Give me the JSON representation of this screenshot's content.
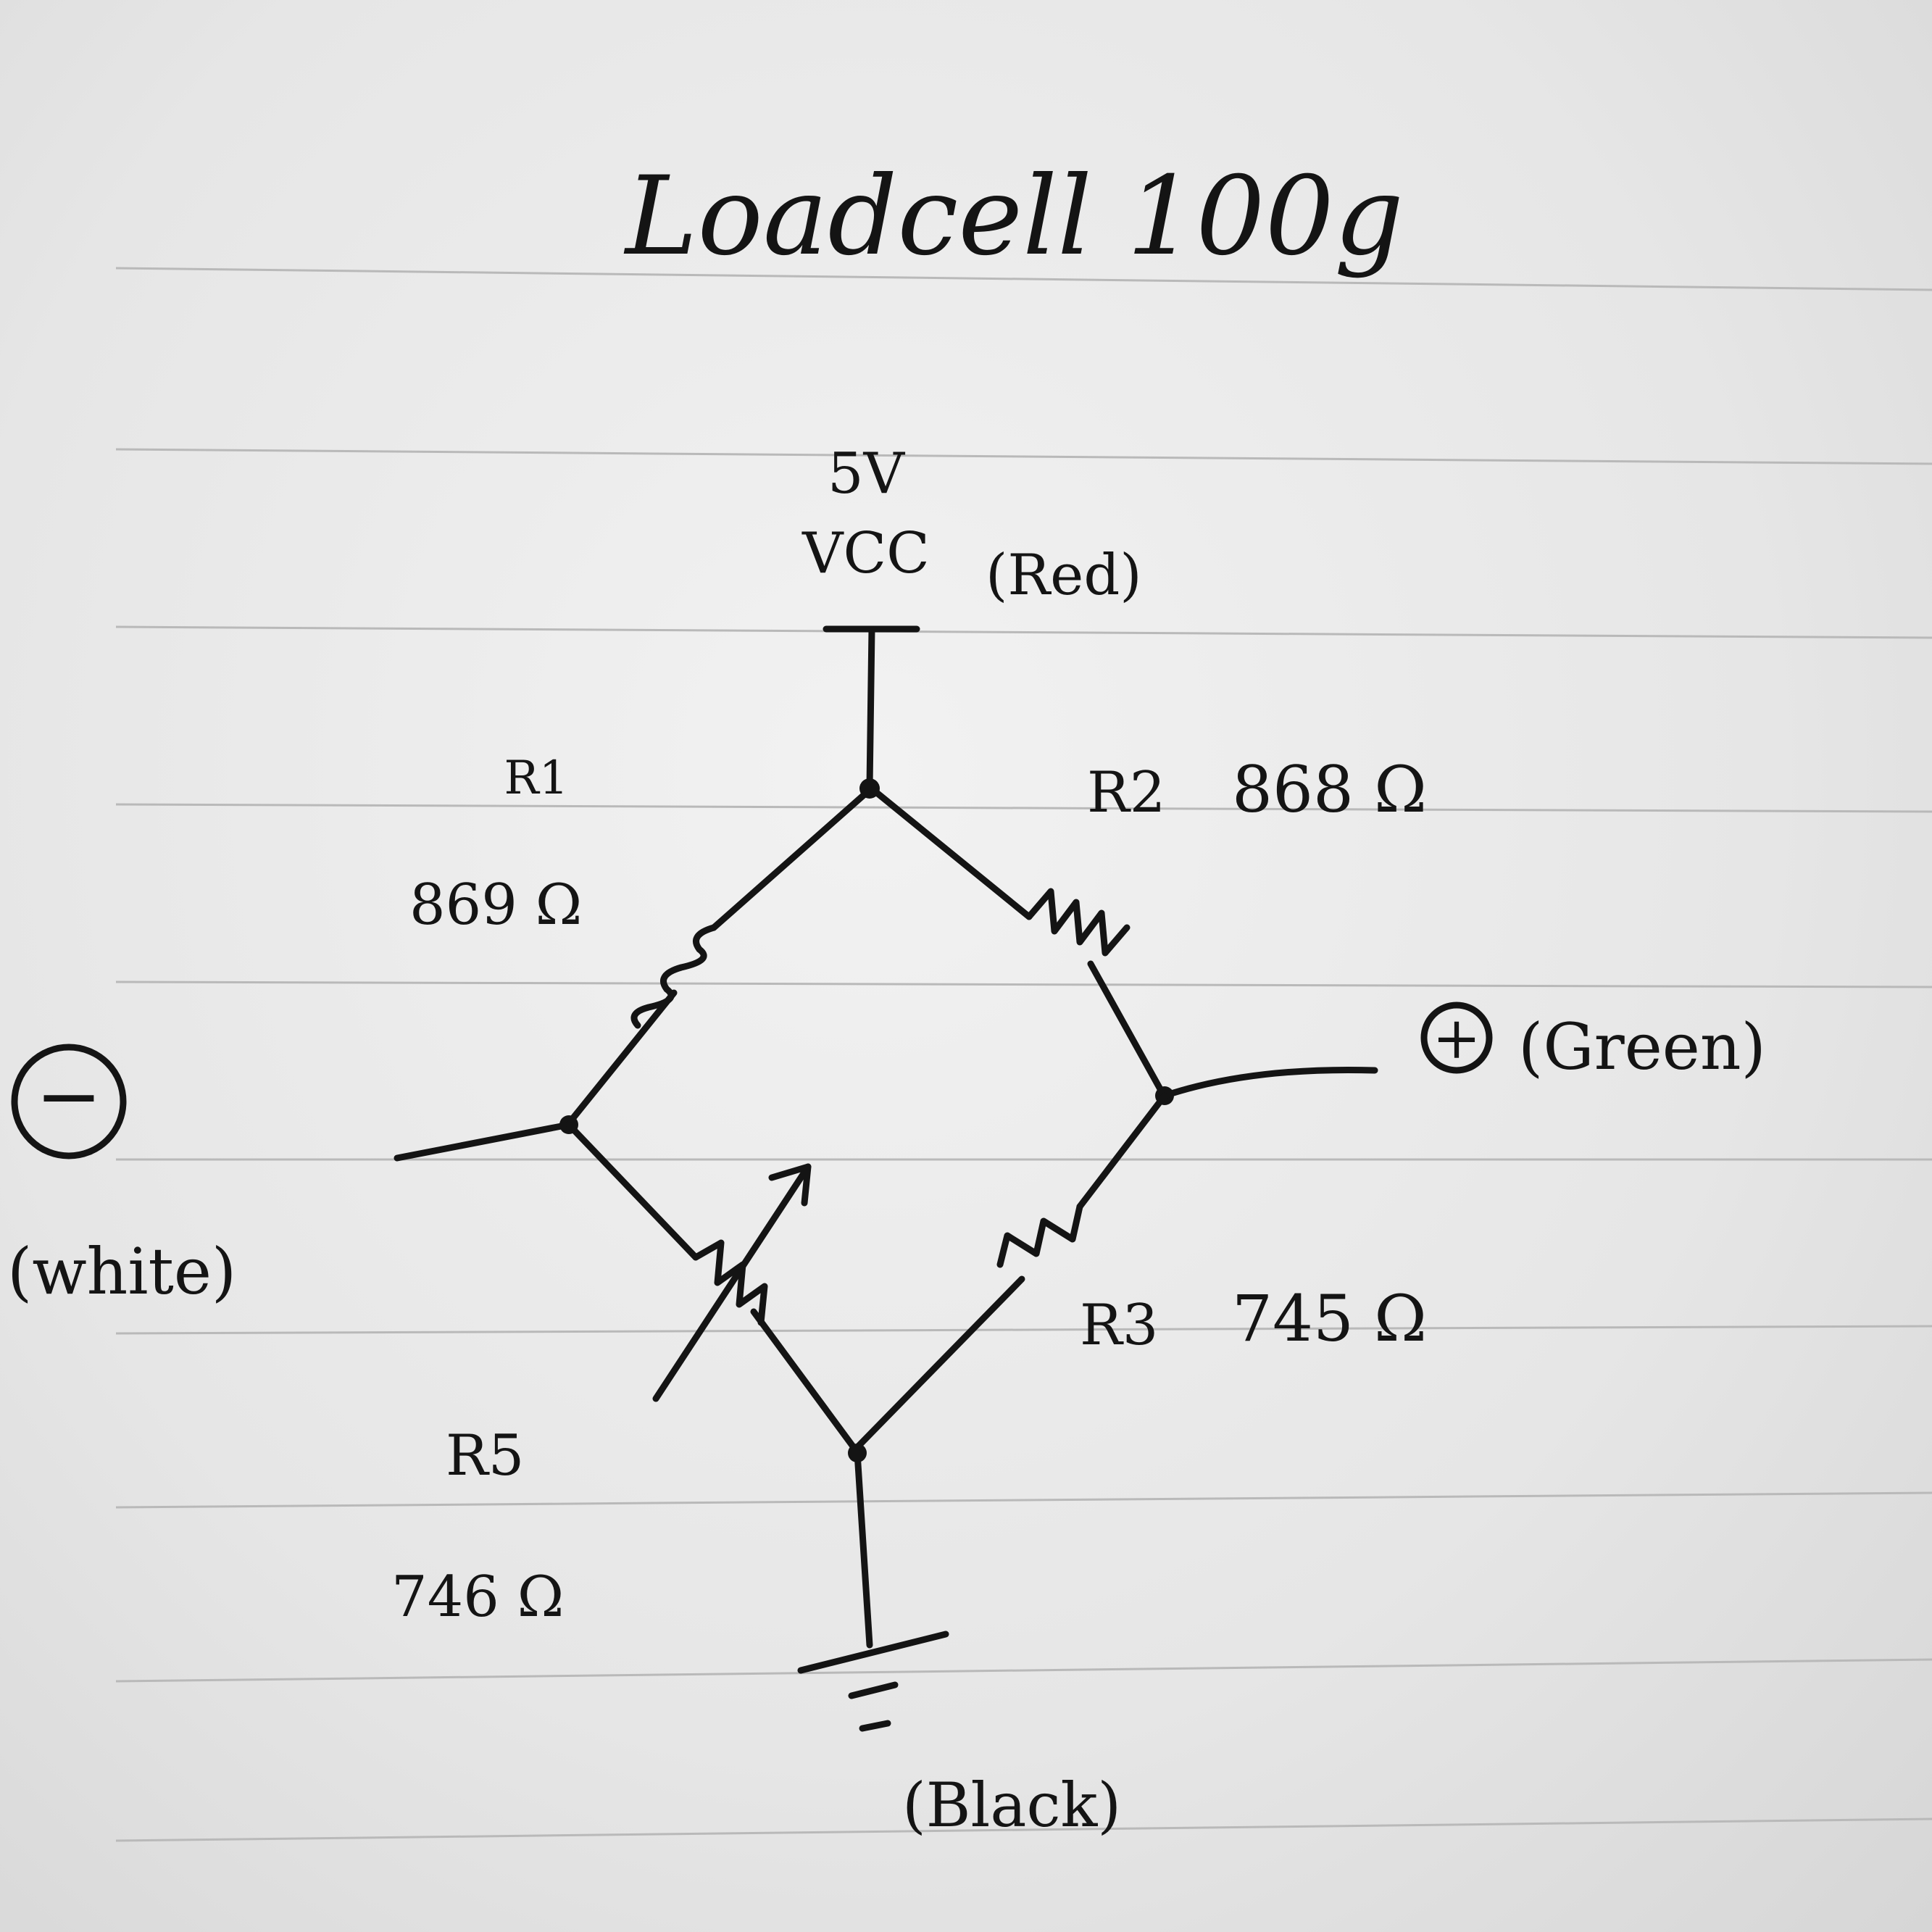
{
  "title": "Loadcell 100g",
  "supply": {
    "voltage": "5V",
    "name": "VCC",
    "wire_color": "(Red)"
  },
  "resistors": {
    "r1": {
      "label": "R1",
      "value": "869 Ω"
    },
    "r2": {
      "label": "R2",
      "value": "868 Ω"
    },
    "r3": {
      "label": "R3",
      "value": "745 Ω"
    },
    "r5": {
      "label": "R5",
      "value": "746 Ω"
    }
  },
  "terminals": {
    "negative": {
      "symbol": "−",
      "wire_color": "(white)"
    },
    "positive": {
      "symbol": "+",
      "wire_color": "(Green)"
    },
    "ground": {
      "wire_color": "(Black)"
    }
  },
  "colors": {
    "ink": "#141414",
    "paper": "#ececec",
    "ruled_line": "#b9b9b9"
  }
}
